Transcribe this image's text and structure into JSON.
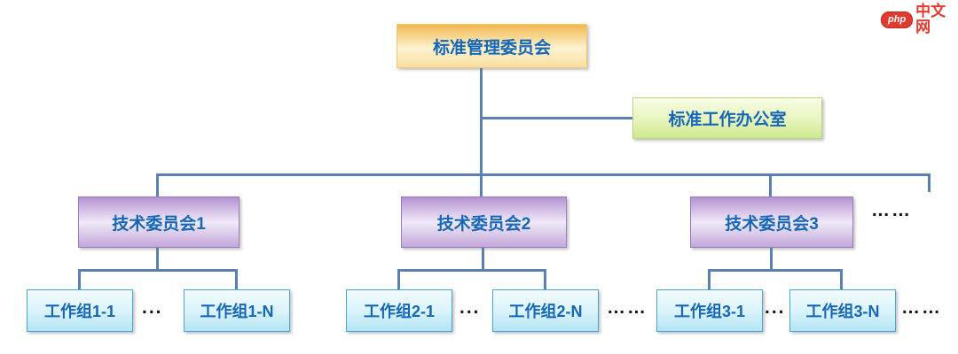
{
  "logo": {
    "badge": "php",
    "suffix": "中文网",
    "color": "#e23a2e"
  },
  "tree": {
    "root": {
      "label": "标准管理委员会"
    },
    "office": {
      "label": "标准工作办公室"
    },
    "committees": [
      {
        "label": "技术委员会1",
        "workgroups": [
          "工作组1-1",
          "工作组1-N"
        ],
        "dots_between": "...",
        "dots_after": ""
      },
      {
        "label": "技术委员会2",
        "workgroups": [
          "工作组2-1",
          "工作组2-N"
        ],
        "dots_between": "...",
        "dots_after": "……"
      },
      {
        "label": "技术委员会3",
        "workgroups": [
          "工作组3-1",
          "工作组3-N"
        ],
        "dots_between": "...",
        "dots_after": "……"
      }
    ],
    "more_committees_dots": "……"
  },
  "colors": {
    "text_blue": "#1667b8",
    "connector": "#5d80b2",
    "root_fill_top": "#f2b84e",
    "root_fill_mid": "#fdf2d0",
    "office_fill_bottom": "#cde98e",
    "committee_fill_edge": "#b492d2",
    "workgroup_fill_bottom": "#b2e4f5",
    "dots": "#141821",
    "logo_red": "#e23a2e"
  }
}
